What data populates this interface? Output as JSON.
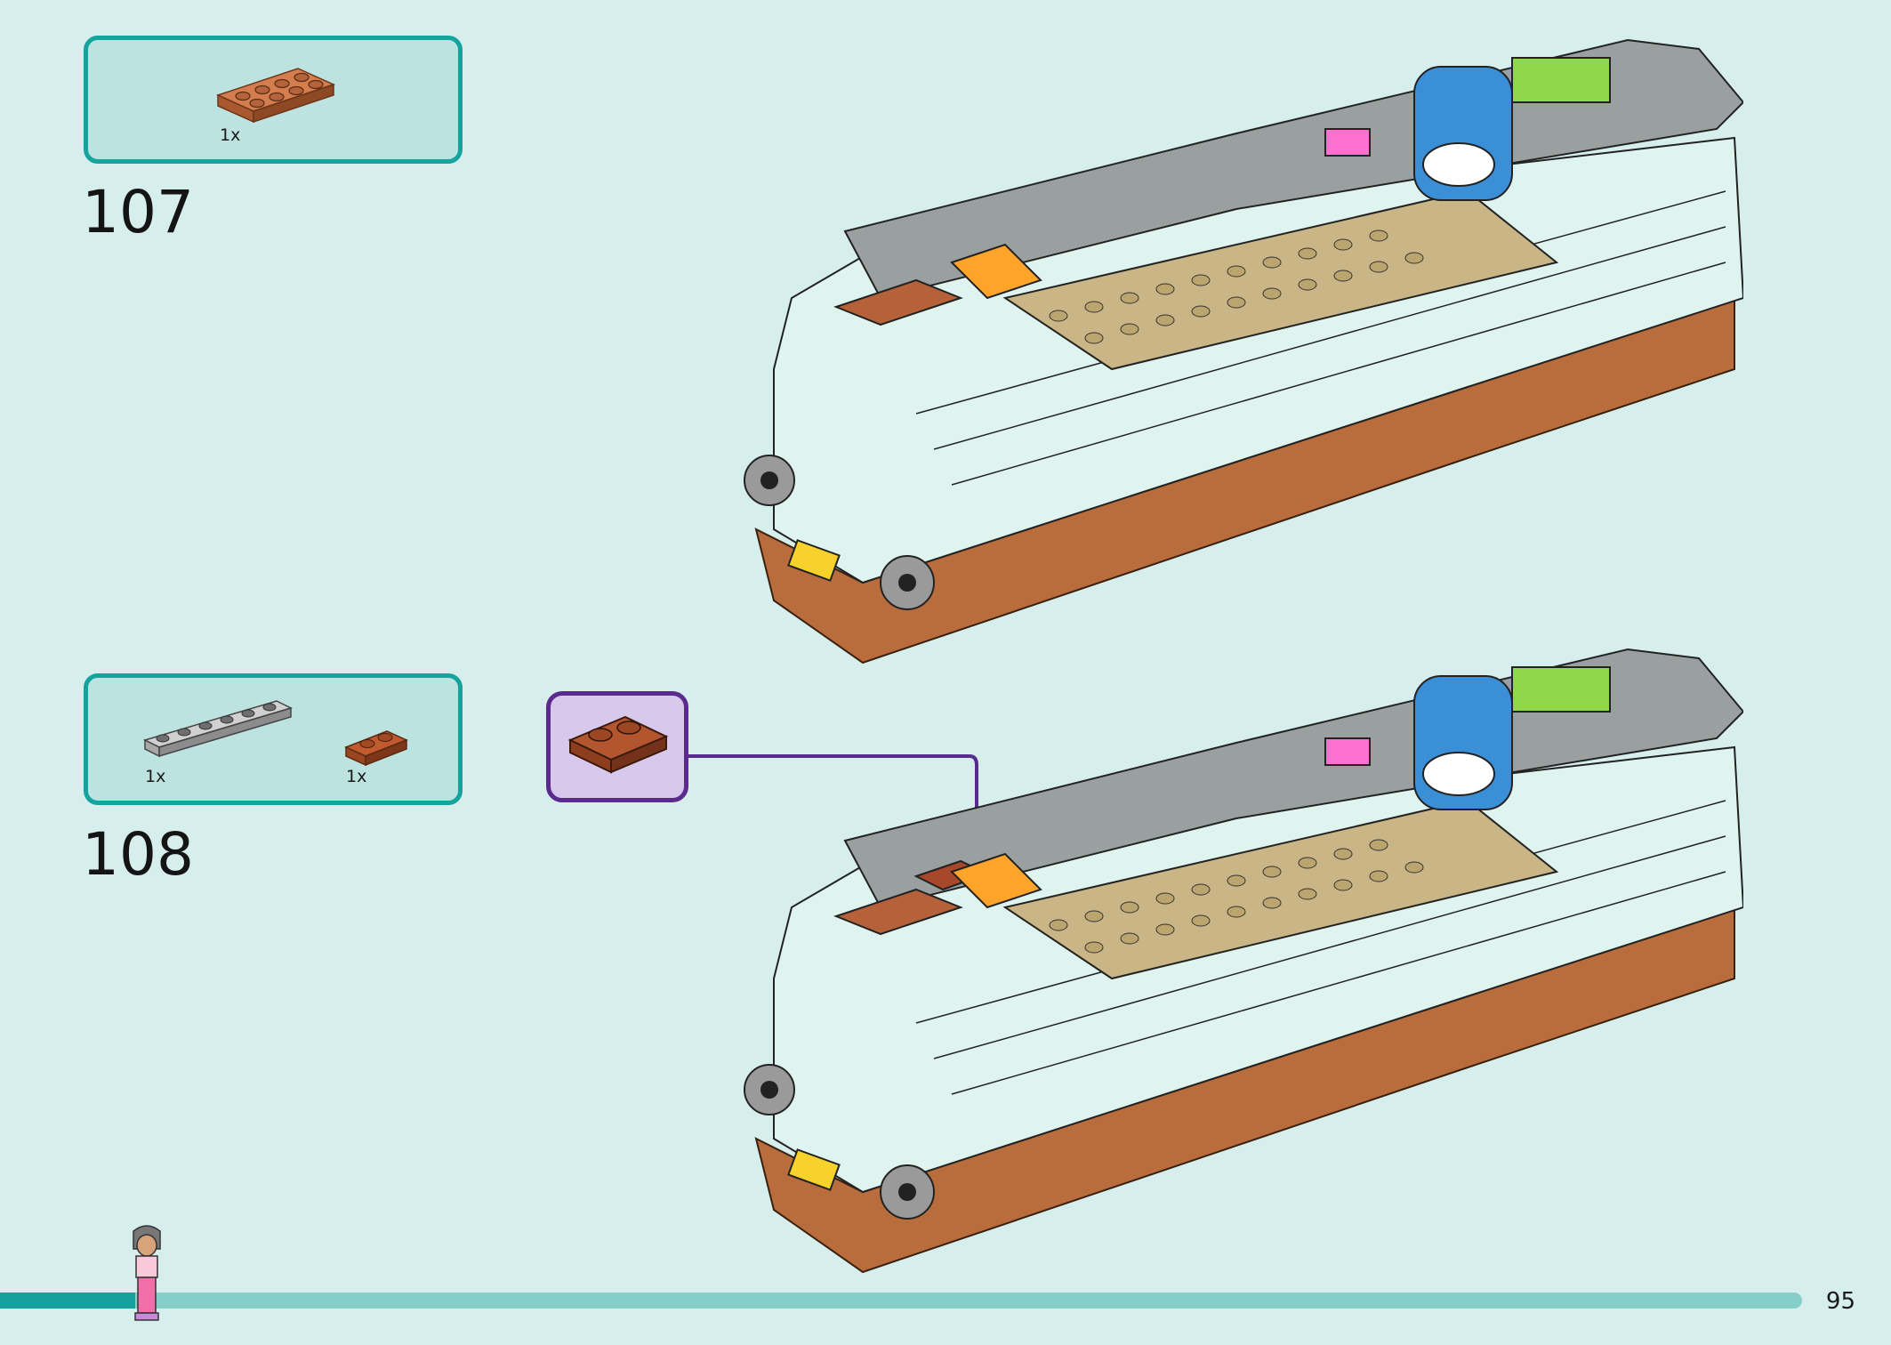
{
  "steps": [
    {
      "number": "107",
      "parts": [
        {
          "name": "brown-plate-2x4",
          "color": "#c26b3f",
          "quantity": "1x"
        }
      ]
    },
    {
      "number": "108",
      "parts": [
        {
          "name": "grey-plate-1x6",
          "color": "#bdbdbd",
          "quantity": "1x"
        },
        {
          "name": "reddish-brown-plate-1x2",
          "color": "#b0502a",
          "quantity": "1x"
        }
      ],
      "callout_part": {
        "name": "reddish-brown-plate-1x2",
        "color": "#a8482a"
      }
    }
  ],
  "colors": {
    "background": "#d6eeec",
    "accent": "#15a39e",
    "callout_border": "#5a2a8c",
    "callout_fill": "#d8c9ec"
  },
  "progress": {
    "fraction": 0.075
  },
  "page_number": "95"
}
